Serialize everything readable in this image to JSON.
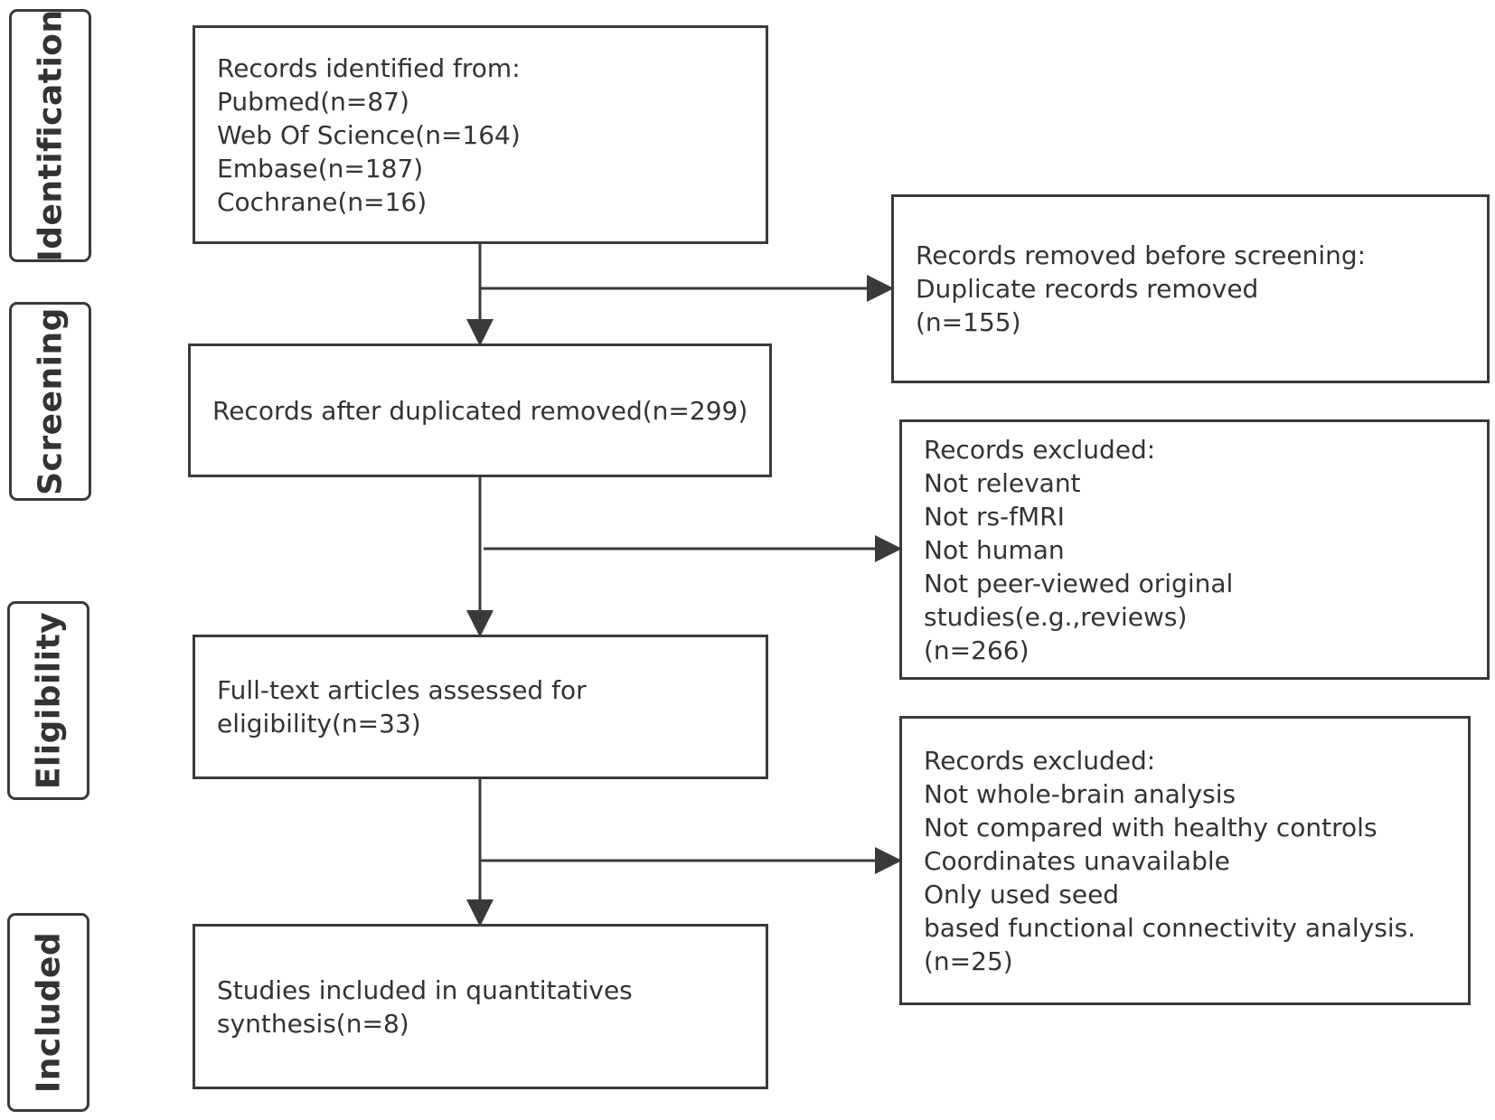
{
  "stages": {
    "identification": "Identification",
    "screening": "Screening",
    "eligibility": "Eligibility",
    "included": "Included"
  },
  "boxes": {
    "identified": {
      "lines": [
        "Records identified from:",
        "Pubmed(n=87)",
        "Web Of Science(n=164)",
        "Embase(n=187)",
        "Cochrane(n=16)"
      ]
    },
    "removed_before_screening": {
      "lines": [
        "Records removed before screening:",
        "Duplicate records removed",
        "(n=155)"
      ]
    },
    "after_duplicates": {
      "lines": [
        "Records after duplicated removed(n=299)"
      ]
    },
    "excluded_screening": {
      "lines": [
        "Records excluded:",
        "Not relevant",
        "Not rs-fMRI",
        "Not human",
        "Not peer-viewed original",
        "studies(e.g.,reviews)",
        "(n=266)"
      ]
    },
    "full_text": {
      "lines": [
        "Full-text articles assessed for",
        "eligibility(n=33)"
      ]
    },
    "excluded_eligibility": {
      "lines": [
        "Records excluded:",
        "Not whole-brain analysis",
        "Not compared with healthy controls",
        "Coordinates unavailable",
        "Only used seed",
        "based functional connectivity analysis.",
        "(n=25)"
      ]
    },
    "included": {
      "lines": [
        "Studies included in quantitatives",
        "synthesis(n=8)"
      ]
    }
  },
  "colors": {
    "stroke": "#3a3a3a",
    "text": "#333333",
    "background": "#ffffff"
  }
}
